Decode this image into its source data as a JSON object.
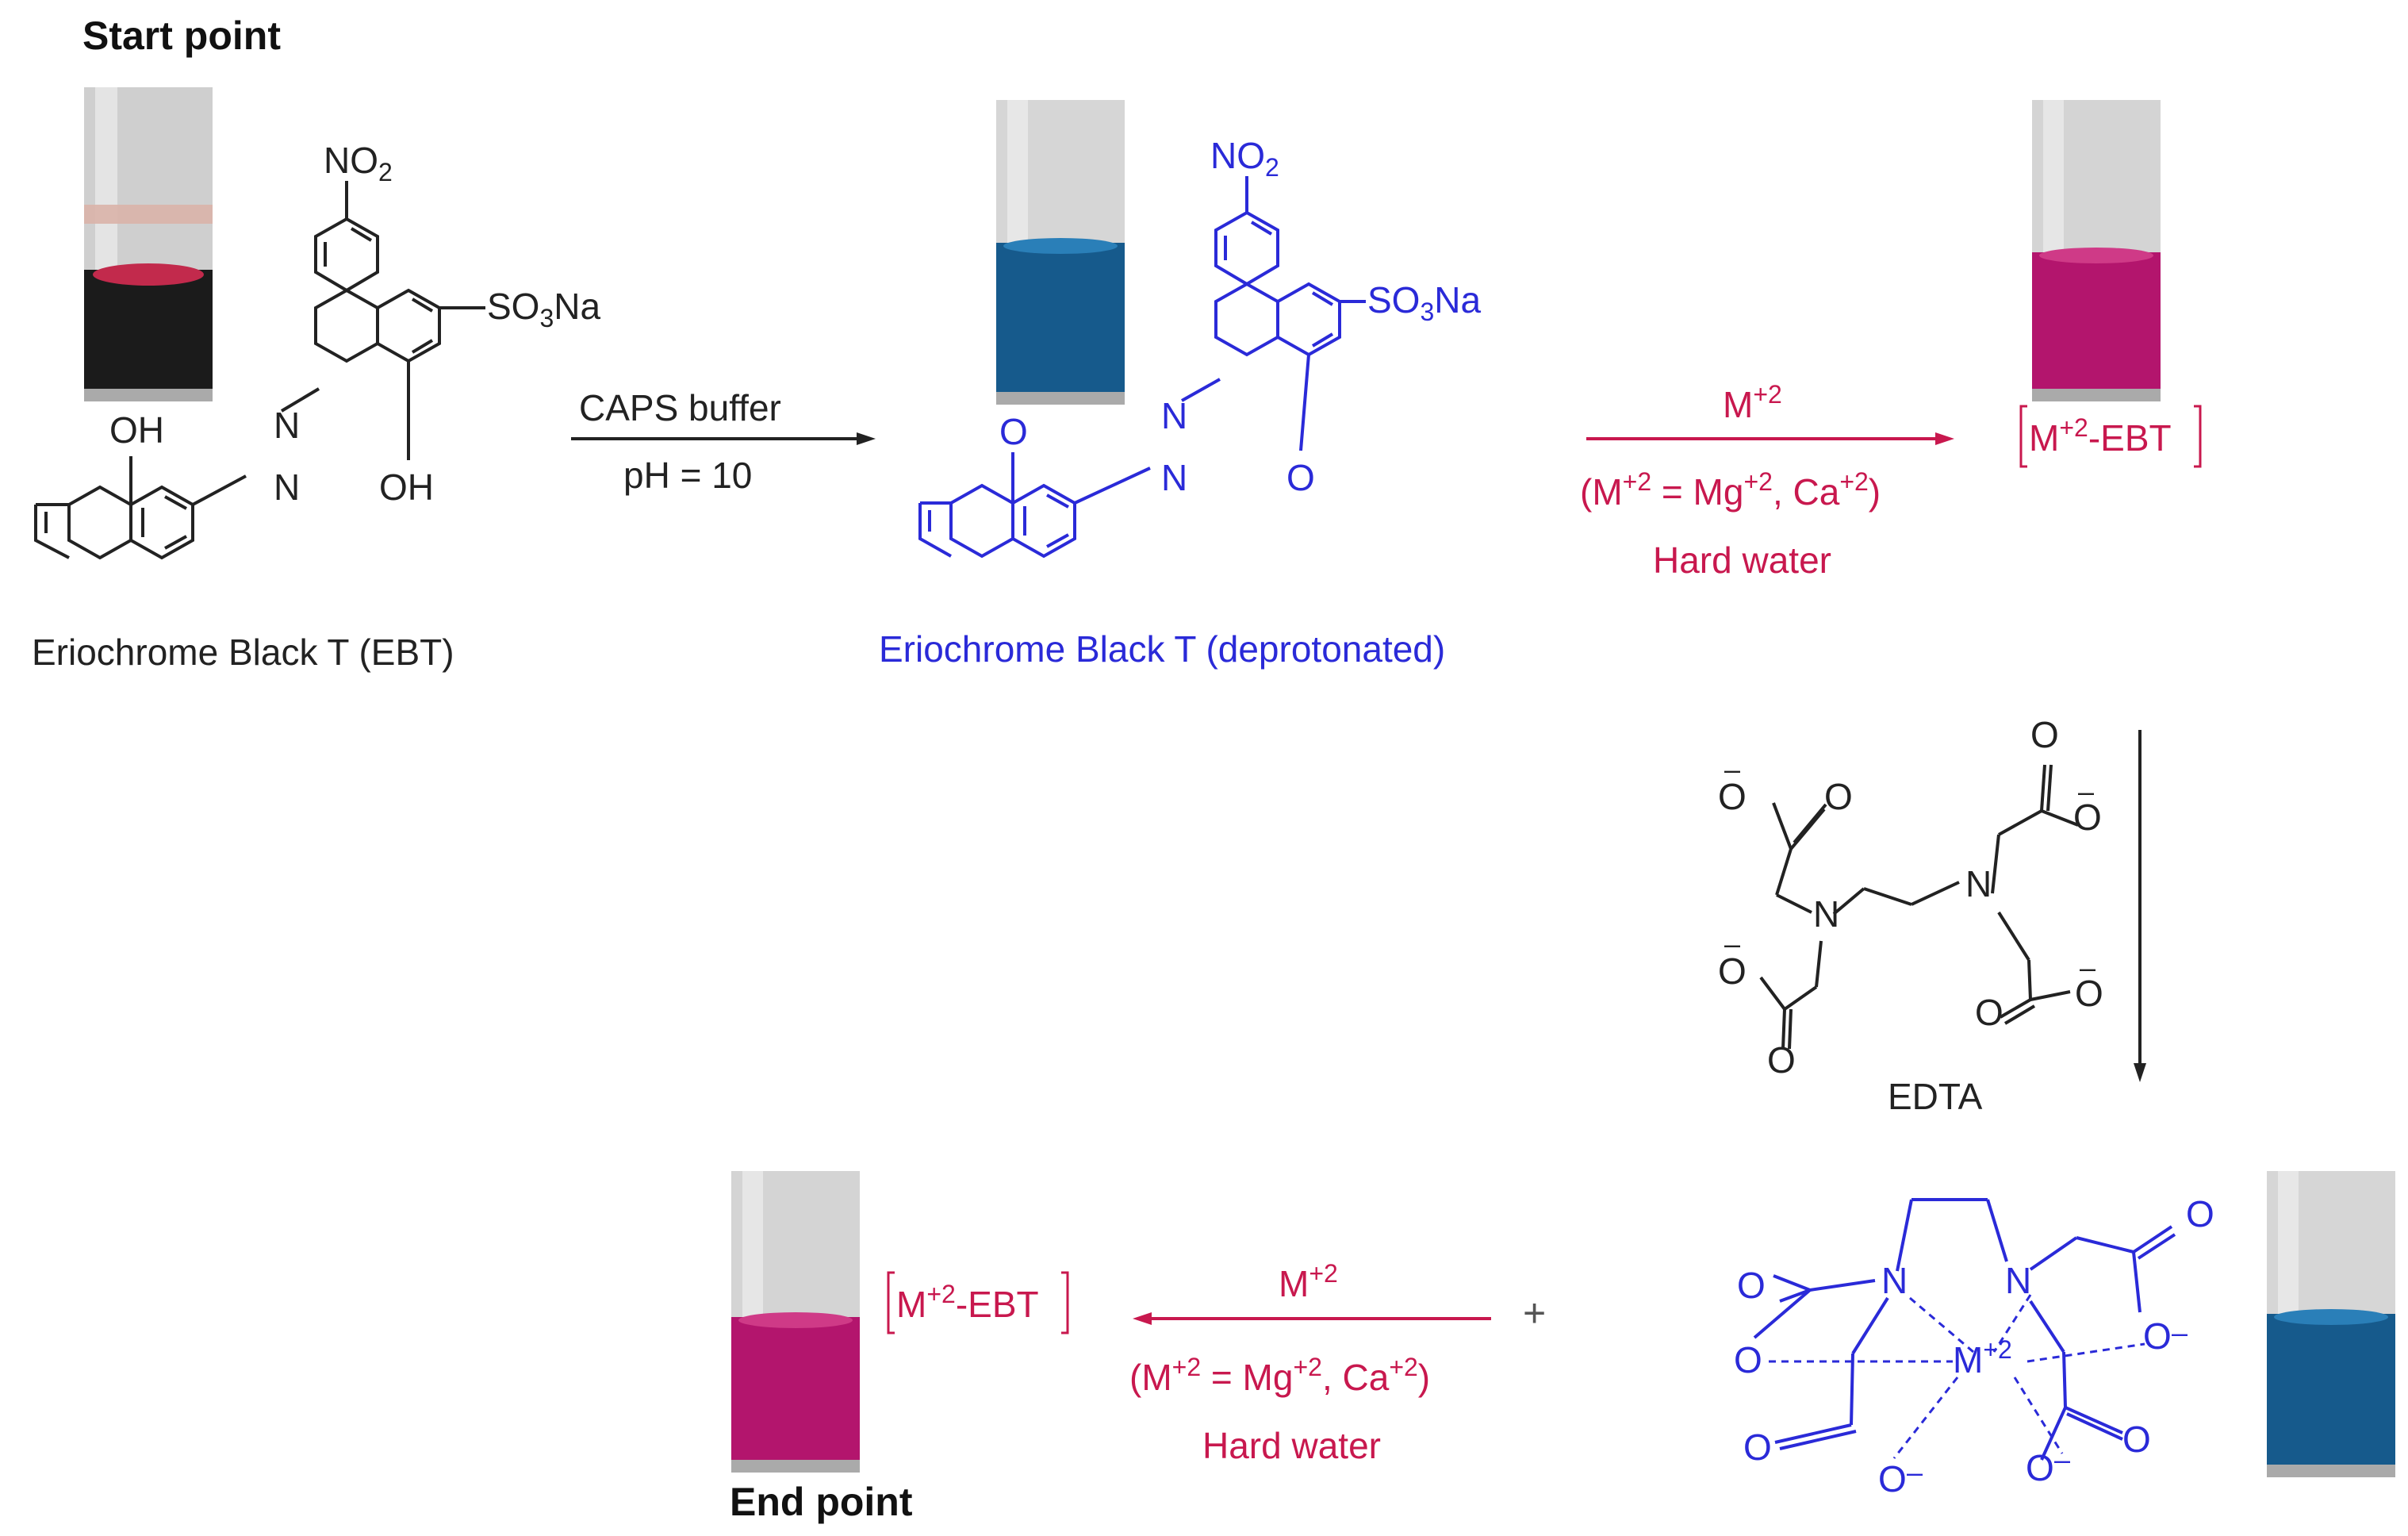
{
  "colors": {
    "black": "#222222",
    "blue": "#2a2ad8",
    "magenta": "#c8184e",
    "vial_dark": "#1b1b1b",
    "vial_blue": "#165a8c",
    "vial_pink": "#b3156d"
  },
  "labels": {
    "start": "Start point",
    "end": "End point",
    "ebt": "Eriochrome Black T (EBT)",
    "ebt_deprot": "Eriochrome Black T (deprotonated)",
    "edta": "EDTA",
    "plus": "+"
  },
  "arrow1": {
    "top": "CAPS buffer",
    "bottom": "pH = 10"
  },
  "arrow2": {
    "top_base": "M",
    "top_sup": "+2",
    "cond": {
      "p1": "(M",
      "s1": "+2",
      "p2": " = Mg",
      "s2": "+2",
      "p3": ", Ca",
      "s3": "+2",
      "p4": ")"
    },
    "note": "Hard water"
  },
  "arrow3": {
    "top_base": "M",
    "top_sup": "+2",
    "cond": {
      "p1": "(M",
      "s1": "+2",
      "p2": " = Mg",
      "s2": "+2",
      "p3": ", Ca",
      "s3": "+2",
      "p4": ")"
    },
    "note": "Hard water"
  },
  "complex_tag": {
    "base": "M",
    "sup": "+2",
    "rest": "-EBT"
  },
  "atoms": {
    "no2": "NO",
    "no2_sub": "2",
    "so3na_a": "SO",
    "so3na_sub": "3",
    "so3na_b": "Na",
    "oh": "OH",
    "n": "N",
    "o": "O",
    "metal": "M",
    "metal_sup": "+2",
    "minus": "–"
  },
  "vials": [
    {
      "id": "start",
      "liquid": "dark",
      "meniscus": "red"
    },
    {
      "id": "buffered",
      "liquid": "blue"
    },
    {
      "id": "complexed",
      "liquid": "pink"
    },
    {
      "id": "edta-complex",
      "liquid": "blue"
    },
    {
      "id": "end",
      "liquid": "pink"
    }
  ]
}
